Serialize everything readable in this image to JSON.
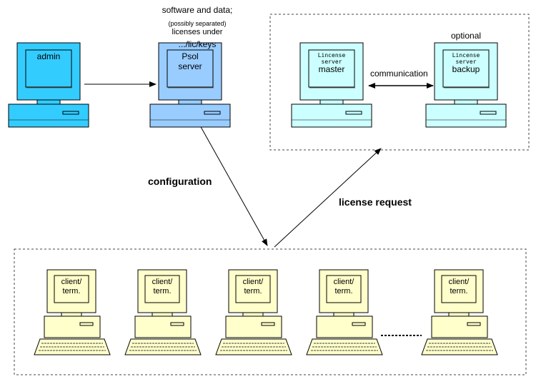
{
  "annotations": {
    "software_data": "software and data;",
    "possibly_separated": "(possibly separated)",
    "licenses_under": "licenses under",
    "lic_keys_path": ".../lic/keys",
    "optional": "optional",
    "communication": "communication",
    "configuration": "configuration",
    "license_request": "license request"
  },
  "computers": {
    "admin": {
      "line1": "admin",
      "color": "#33ccff"
    },
    "psol": {
      "line1": "Psol",
      "line2": "server",
      "color": "#99ccff"
    },
    "master": {
      "line1": "Lincense server",
      "line2": "master",
      "color": "#ccffff"
    },
    "backup": {
      "line1": "Lincense server",
      "line2": "backup",
      "color": "#ccffff"
    },
    "clients": [
      {
        "line1": "client/",
        "line2": "term."
      },
      {
        "line1": "client/",
        "line2": "term."
      },
      {
        "line1": "client/",
        "line2": "term."
      },
      {
        "line1": "client/",
        "line2": "term."
      },
      {
        "line1": "client/",
        "line2": "term."
      }
    ],
    "client_color": "#ffffcc"
  }
}
